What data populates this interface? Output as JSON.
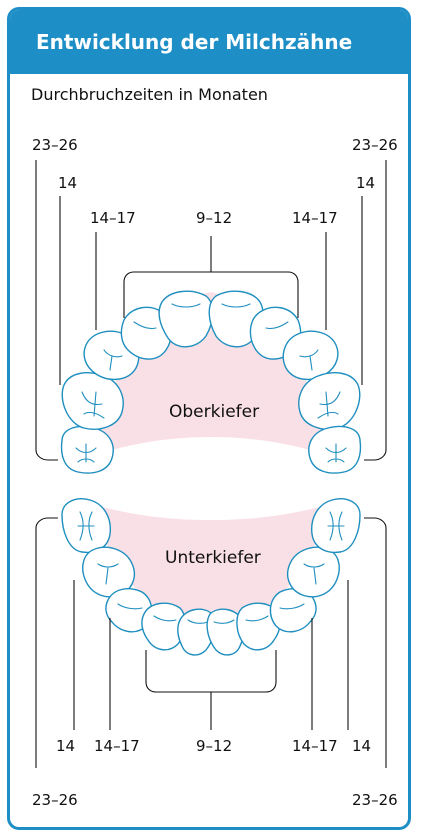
{
  "header": {
    "title": "Entwicklung der Milchzähne"
  },
  "subtitle": "Durchbruchzeiten in Monaten",
  "colors": {
    "accent": "#1e8fc6",
    "gum": "#f9e0e6",
    "tooth_outline": "#1f8fbf"
  },
  "upper": {
    "jaw_label": "Oberkiefer",
    "labels": {
      "second_molar_left": "23–26",
      "first_molar_left": "14",
      "canine_left": "14–17",
      "incisors": "9–12",
      "canine_right": "14–17",
      "first_molar_right": "14",
      "second_molar_right": "23–26"
    }
  },
  "lower": {
    "jaw_label": "Unterkiefer",
    "labels": {
      "first_molar_left": "14",
      "canine_left": "14–17",
      "incisors": "9–12",
      "canine_right": "14–17",
      "first_molar_right": "14",
      "second_molar_left": "23–26",
      "second_molar_right": "23–26"
    }
  }
}
